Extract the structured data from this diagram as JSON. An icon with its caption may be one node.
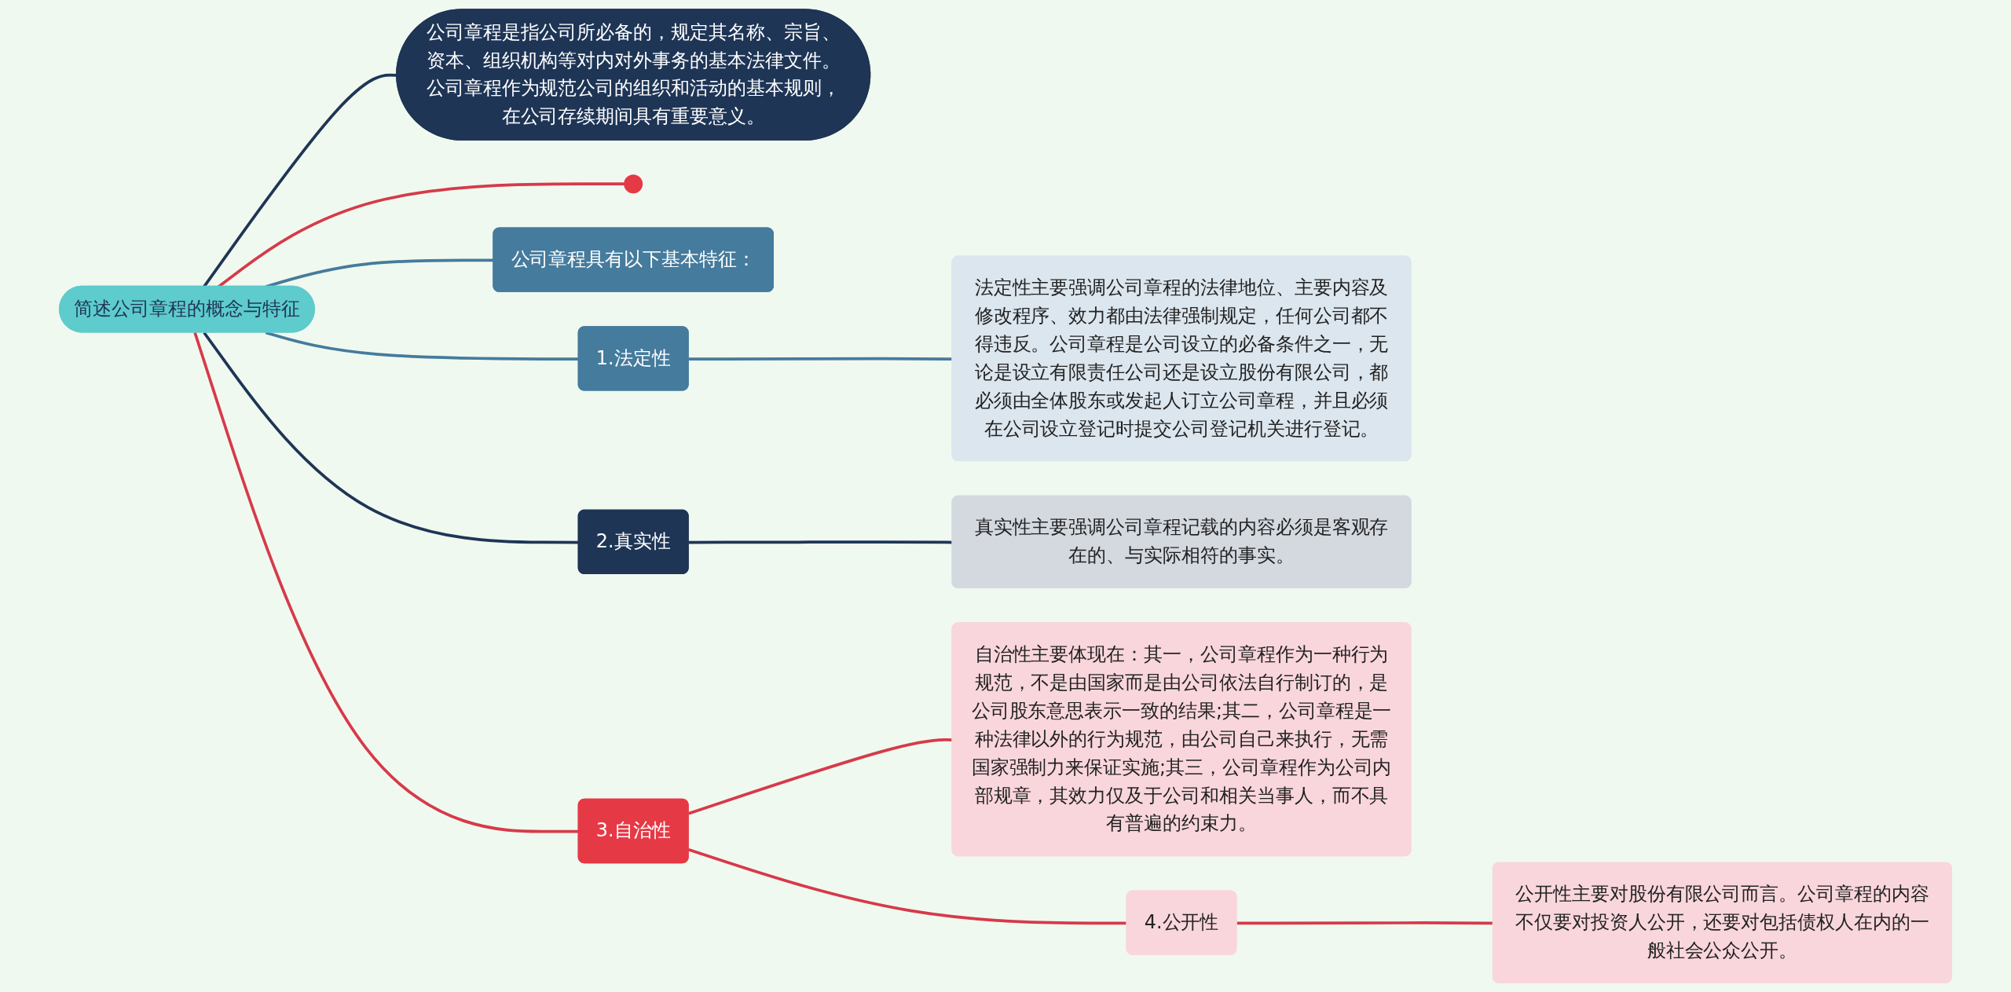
{
  "diagram": {
    "nodes": [
      {
        "text": [
          "简述公司章程的概念与特征"
        ]
      },
      {
        "text": [
          "公司章程是指公司所必备的，规定其名称、宗旨、资本、组织机构等对内对外事务的基本法律文件。公司章程作为规范公司的组织和活动的基本规则，在公司存续期间具有重要意义。"
        ]
      },
      {
        "text": [],
        "shape": "circle"
      },
      {
        "text": [
          "公司章程具有以下基本特征："
        ]
      },
      {
        "text": [
          "1.法定性"
        ]
      },
      {
        "text": [
          "法定性主要强调公司章程的法律地位、主要内容及修改程序、效力都由法律强制规定，任何公司都不得违反。公司章程是公司设立的必备条件之一，无论是设立有限责任公司还是设立股份有限公司，都必须由全体股东或发起人订立公司章程，并且必须在公司设立登记时提交公司登记机关进行登记。"
        ]
      },
      {
        "text": [
          "2.真实性"
        ]
      },
      {
        "text": [
          "真实性主要强调公司章程记载的内容必须是客观存在的、与实际相符的事实。"
        ]
      },
      {
        "text": [
          "3.自治性"
        ]
      },
      {
        "text": [
          "自治性主要体现在：其一，公司章程作为一种行为规范，不是由国家而是由公司依法自行制订的，是公司股东意思表示一致的结果;其二，公司章程是一种法律以外的行为规范，由公司自己来执行，无需国家强制力来保证实施;其三，公司章程作为公司内部规章，其效力仅及于公司和相关当事人，而不具有普遍的约束力。"
        ]
      },
      {
        "text": [
          "4.公开性"
        ]
      },
      {
        "text": [
          "公开性主要对股份有限公司而言。公司章程的内容不仅要对投资人公开，还要对包括债权人在内的一般社会公众公开。"
        ]
      }
    ],
    "edges": [
      {
        "from": 0,
        "to": 1,
        "arrow": "none",
        "color": "#1e3556"
      },
      {
        "from": 0,
        "to": 2,
        "arrow": "none",
        "color": "#d63a4a"
      },
      {
        "from": 0,
        "to": 3,
        "arrow": "none",
        "color": "#457b9d"
      },
      {
        "from": 0,
        "to": 4,
        "arrow": "none",
        "color": "#457b9d"
      },
      {
        "from": 4,
        "to": 5,
        "arrow": "none",
        "color": "#457b9d"
      },
      {
        "from": 0,
        "to": 6,
        "arrow": "none",
        "color": "#1e3556"
      },
      {
        "from": 6,
        "to": 7,
        "arrow": "none",
        "color": "#1e3556"
      },
      {
        "from": 0,
        "to": 8,
        "arrow": "none",
        "color": "#d63a4a"
      },
      {
        "from": 8,
        "to": 9,
        "arrow": "none",
        "color": "#d63a4a"
      },
      {
        "from": 8,
        "to": 10,
        "arrow": "none",
        "color": "#d63a4a"
      },
      {
        "from": 10,
        "to": 11,
        "arrow": "none",
        "color": "#d63a4a"
      }
    ]
  }
}
